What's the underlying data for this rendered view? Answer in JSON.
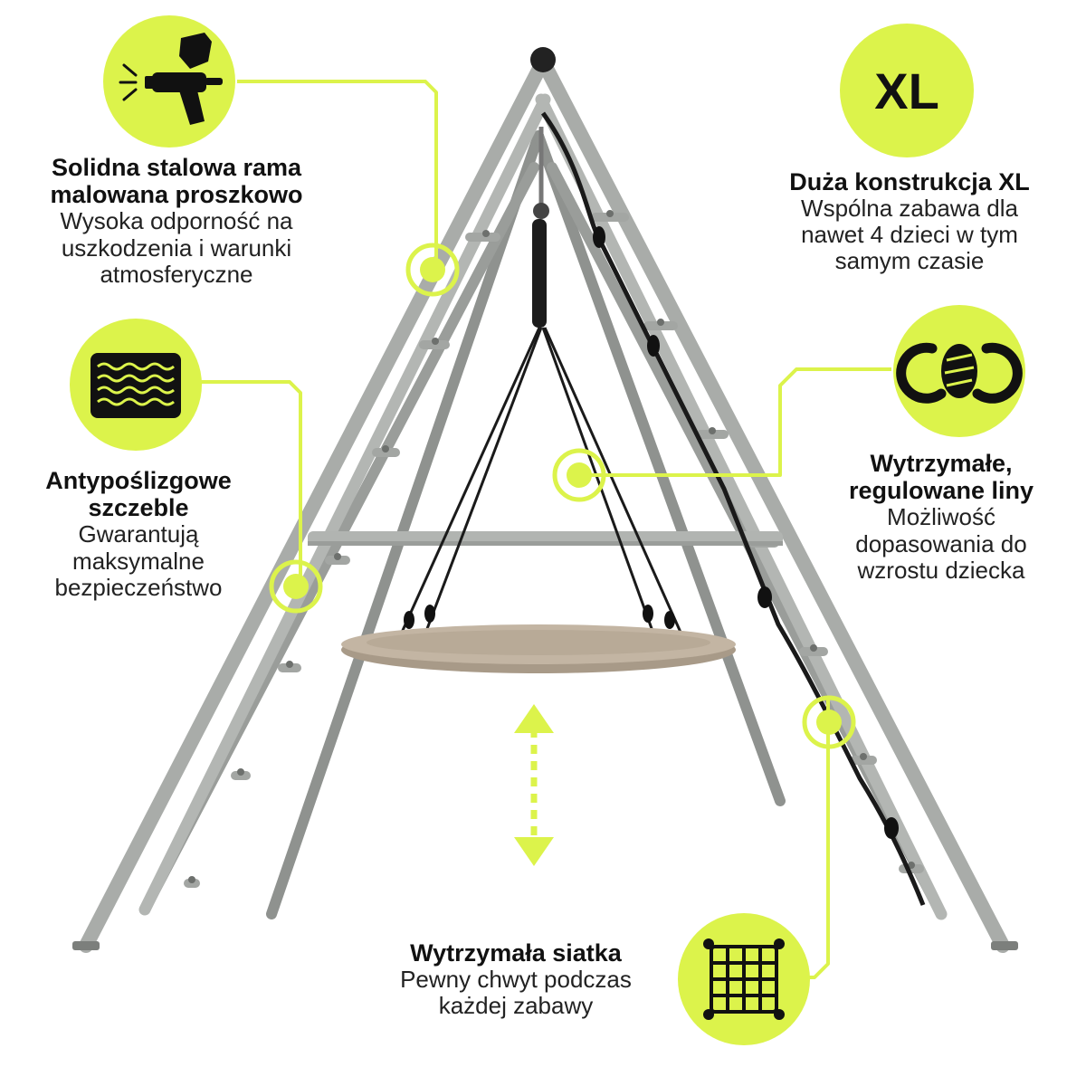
{
  "colors": {
    "accent": "#dcf34b",
    "frame": "#a9aca9",
    "frame_shadow": "#8b8e8b",
    "rope": "#1a1a1a",
    "seat": "#b9ab9a",
    "icon_ink": "#111111",
    "text": "#111111"
  },
  "icons": [
    {
      "name": "spray-gun-icon"
    },
    {
      "name": "xl-badge-icon",
      "label": "XL"
    },
    {
      "name": "wavy-lines-icon"
    },
    {
      "name": "rope-knot-icon"
    },
    {
      "name": "net-grid-icon"
    }
  ],
  "features": {
    "frame": {
      "title_lines": [
        "Solidna stalowa rama",
        "malowana proszkowo"
      ],
      "desc_lines": [
        "Wysoka odporność na",
        "uszkodzenia i warunki",
        "atmosferyczne"
      ]
    },
    "rungs": {
      "title_lines": [
        "Antypoślizgowe",
        "szczeble"
      ],
      "desc_lines": [
        "Gwarantują",
        "maksymalne",
        "bezpieczeństwo"
      ]
    },
    "xl": {
      "title_lines": [
        "Duża konstrukcja XL"
      ],
      "desc_lines": [
        "Wspólna zabawa dla",
        "nawet 4 dzieci w tym",
        "samym czasie"
      ]
    },
    "ropes": {
      "title_lines": [
        "Wytrzymałe,",
        "regulowane liny"
      ],
      "desc_lines": [
        "Możliwość",
        "dopasowania do",
        "wzrostu dziecka"
      ]
    },
    "net": {
      "title_lines": [
        "Wytrzymała siatka"
      ],
      "desc_lines": [
        "Pewny chwyt podczas",
        "każdej zabawy"
      ]
    }
  }
}
